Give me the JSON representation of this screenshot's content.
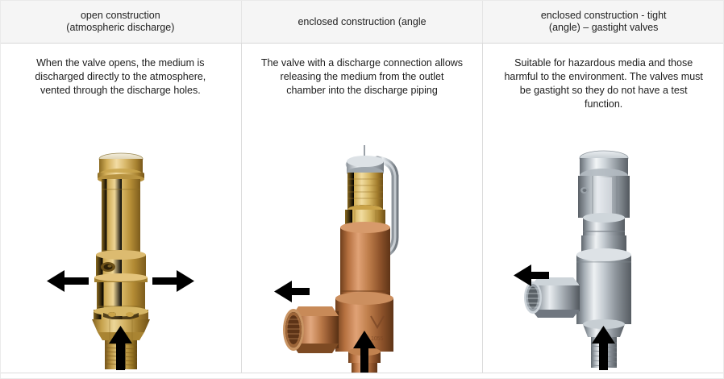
{
  "table": {
    "columns": [
      {
        "header": "open construction\n(atmospheric discharge)",
        "description": "When the valve opens, the medium is discharged directly to the atmosphere, vented through the discharge holes.",
        "figure_name": "open-construction-safety-valve-photo",
        "valve_type": "brass-open-spring-safety-valve",
        "arrows": [
          "arrow-left",
          "arrow-right",
          "arrow-up"
        ]
      },
      {
        "header": "enclosed construction (angle",
        "description": "The valve with a discharge connection allows releasing the medium from the outlet chamber into the discharge piping",
        "figure_name": "enclosed-construction-angle-valve-photo",
        "valve_type": "bronze-enclosed-angle-valve-with-lever",
        "arrows": [
          "arrow-left",
          "arrow-up"
        ]
      },
      {
        "header": "enclosed construction - tight\n(angle) – gastight valves",
        "description": "Suitable for hazardous media and those harmful to the environment. The valves must be gastight so they do not have a test function.",
        "figure_name": "gastight-angle-valve-photo",
        "valve_type": "stainless-steel-gastight-angle-valve",
        "arrows": [
          "arrow-left",
          "arrow-up"
        ]
      }
    ]
  },
  "colors": {
    "header_background": "#f5f5f5",
    "border": "#dcdcdc",
    "text": "#1c1c1c",
    "arrow": "#000000",
    "brass_light": "#e8c878",
    "brass_mid": "#c29a3e",
    "brass_dark": "#8a6a20",
    "bronze_light": "#d99a6c",
    "bronze_mid": "#b5703f",
    "bronze_dark": "#7d4a23",
    "steel_light": "#e6e9ec",
    "steel_mid": "#a8b0b8",
    "steel_dark": "#6b7178"
  }
}
